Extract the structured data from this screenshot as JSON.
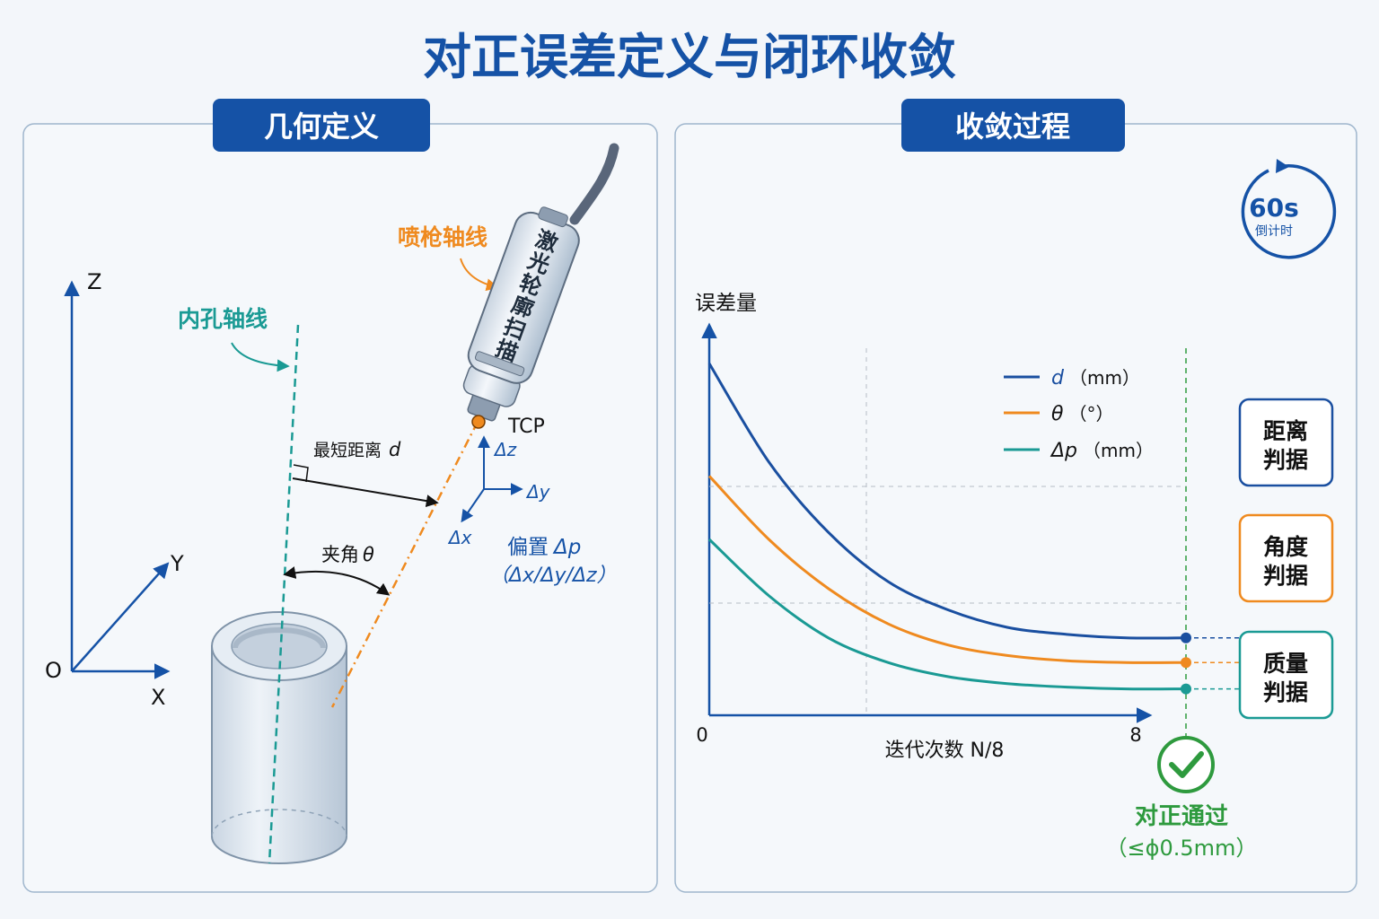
{
  "title": "对正误差定义与闭环收敛",
  "colors": {
    "primary": "#1552a6",
    "d": "#1a4fa0",
    "theta": "#ef8a1f",
    "dp": "#1a9a94",
    "check": "#2e9a3e",
    "panel_border": "#9fb6cd"
  },
  "left_panel": {
    "header": "几何定义",
    "axes": {
      "z": "Z",
      "y": "Y",
      "x": "X",
      "origin": "O"
    },
    "bore_axis_label": "内孔轴线",
    "gun_axis_label": "喷枪轴线",
    "scanner_text": "激光轮廓扫描",
    "tcp_label": "TCP",
    "min_distance_label": "最短距离",
    "min_distance_symbol": "d",
    "angle_label": "夹角",
    "angle_symbol": "θ",
    "delta_z": "Δz",
    "delta_y": "Δy",
    "delta_x": "Δx",
    "offset_label": "偏置",
    "offset_symbol": "Δp",
    "offset_components": "（Δx/Δy/Δz）"
  },
  "right_panel": {
    "header": "收敛过程",
    "timer_value": "60s",
    "timer_label": "倒计时",
    "timer_icon": "countdown-timer-icon",
    "check_icon": "check-circle-icon",
    "pass_label": "对正通过",
    "pass_tolerance": "（≤ϕ0.5mm）",
    "judges": [
      {
        "line1": "距离",
        "line2": "判据",
        "color": "#1a4fa0"
      },
      {
        "line1": "角度",
        "line2": "判据",
        "color": "#ef8a1f"
      },
      {
        "line1": "质量",
        "line2": "判据",
        "color": "#1a9a94"
      }
    ]
  },
  "chart_data": {
    "type": "line",
    "ylabel": "误差量",
    "xlabel": "迭代次数 N/8",
    "x_ticks": [
      "0",
      "8"
    ],
    "xlim": [
      0,
      8
    ],
    "series": [
      {
        "name": "d",
        "unit": "（mm）",
        "color": "#1a4fa0",
        "x": [
          0,
          1,
          2,
          3,
          4,
          5,
          6,
          7,
          8
        ],
        "y": [
          1.0,
          0.72,
          0.52,
          0.38,
          0.3,
          0.25,
          0.23,
          0.22,
          0.22
        ]
      },
      {
        "name": "θ",
        "unit": "（°）",
        "color": "#ef8a1f",
        "x": [
          0,
          1,
          2,
          3,
          4,
          5,
          6,
          7,
          8
        ],
        "y": [
          0.68,
          0.5,
          0.36,
          0.26,
          0.2,
          0.17,
          0.155,
          0.15,
          0.15
        ]
      },
      {
        "name": "Δp",
        "unit": "（mm）",
        "color": "#1a9a94",
        "x": [
          0,
          1,
          2,
          3,
          4,
          5,
          6,
          7,
          8
        ],
        "y": [
          0.5,
          0.34,
          0.22,
          0.15,
          0.11,
          0.09,
          0.08,
          0.075,
          0.075
        ]
      }
    ]
  }
}
